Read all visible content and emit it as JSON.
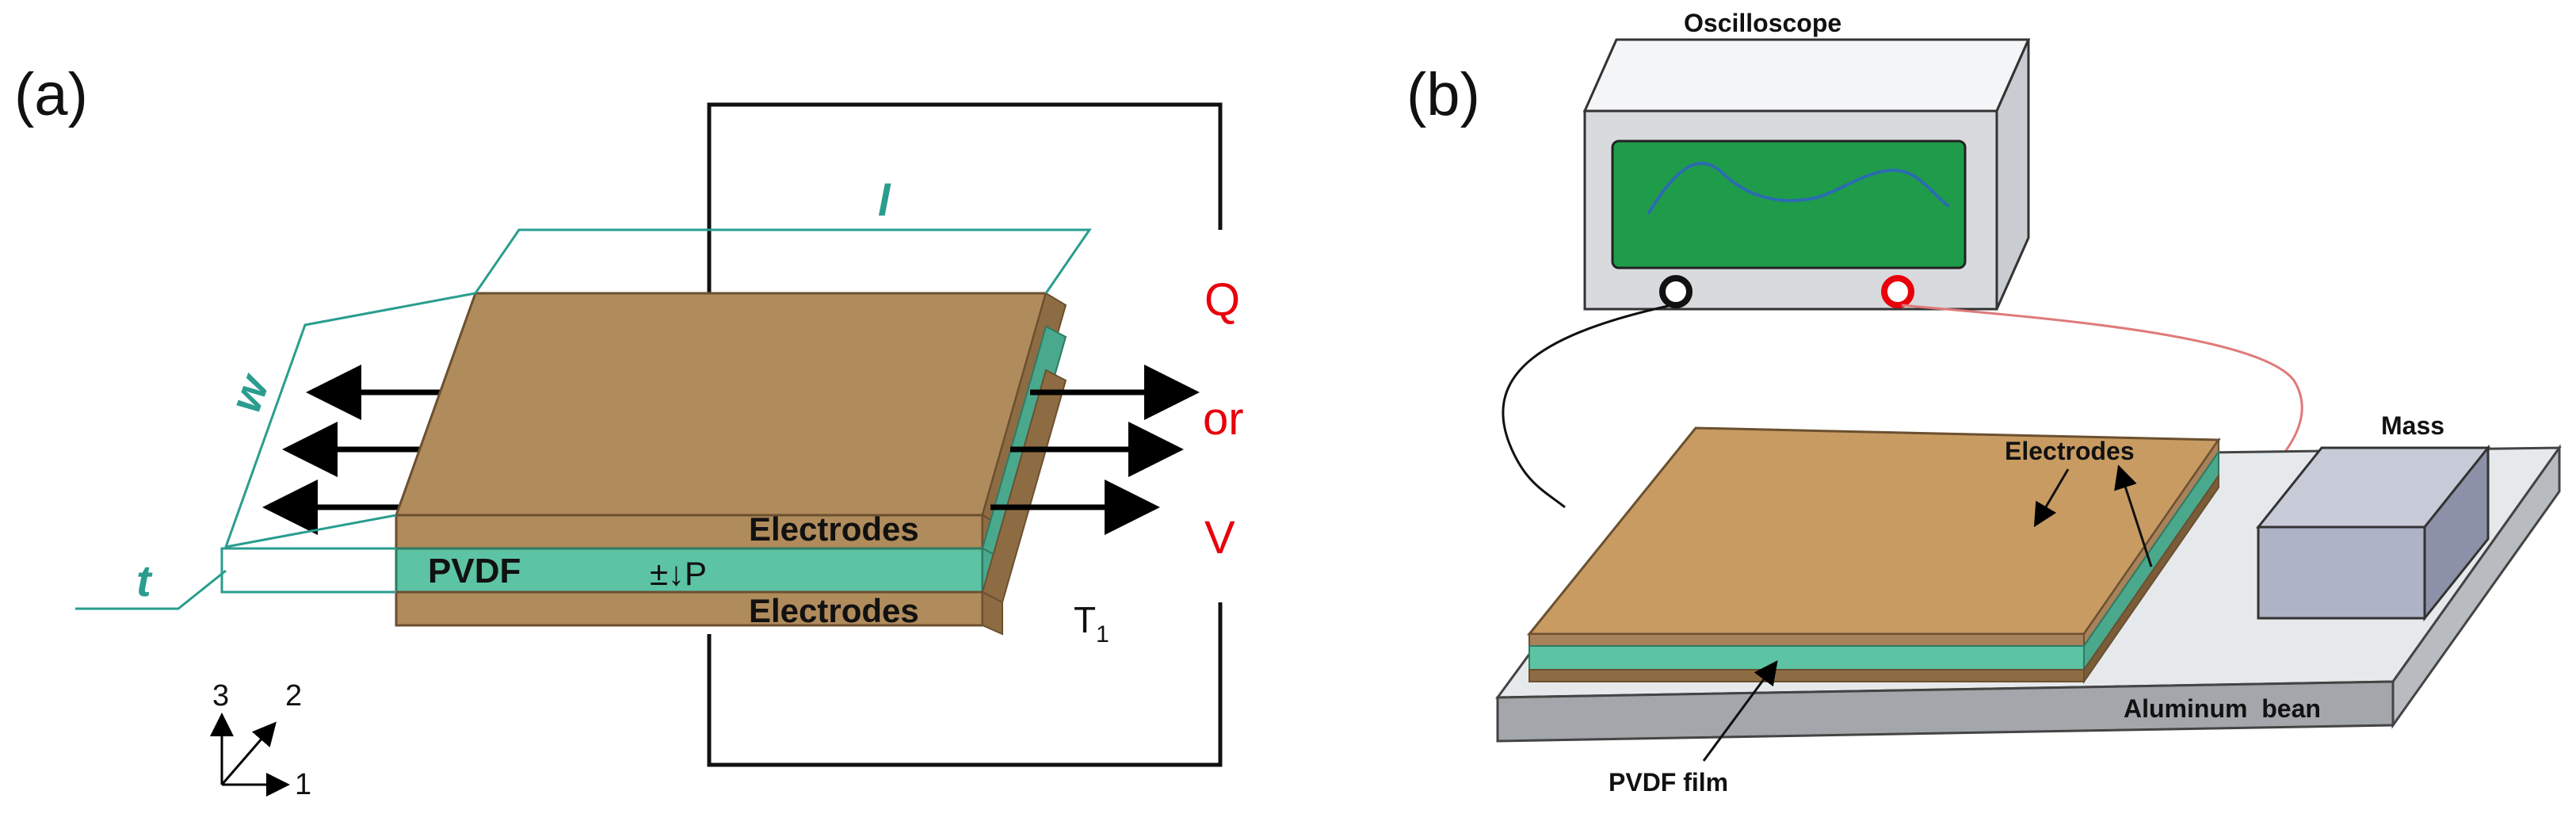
{
  "panel_a": {
    "label": "(a)",
    "electrodes_top": "Electrodes",
    "electrodes_bottom": "Electrodes",
    "pvdf": "PVDF",
    "polarization": "±↓P",
    "dim_length": "l",
    "dim_width": "w",
    "dim_thickness": "t",
    "output_q": "Q",
    "output_or": "or",
    "output_v": "V",
    "t1_main": "T",
    "t1_sub": "1",
    "axis_1": "1",
    "axis_2": "2",
    "axis_3": "3"
  },
  "panel_b": {
    "label": "(b)",
    "oscilloscope": "Oscilloscope",
    "electrodes": "Electrodes",
    "mass": "Mass",
    "aluminum": "Aluminum  bean",
    "pvdf_film": "PVDF film"
  },
  "colors": {
    "electrode": "#b08b5c",
    "electrode_side": "#8e6c43",
    "pvdf": "#5cc3a3",
    "dimension": "#2a9d8f",
    "screen": "#1f9c4a",
    "output_text": "#e8000b",
    "mass": "#aeb3c6",
    "aluminum": "#e6e9ec"
  }
}
